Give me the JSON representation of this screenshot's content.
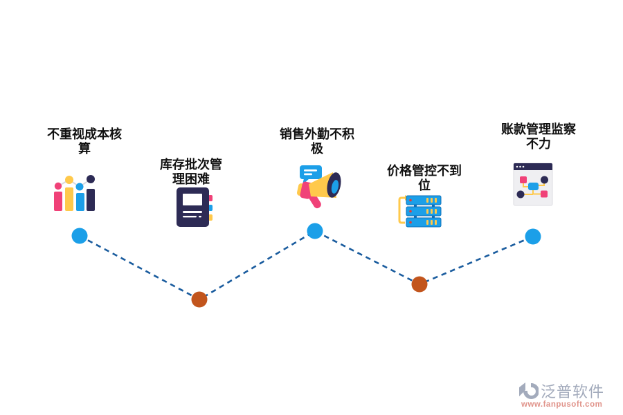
{
  "diagram_title": "",
  "items": [
    {
      "id": "cost-accounting",
      "label": "不重视成本核算",
      "icon": "bar-chart-icon",
      "marker": "blue"
    },
    {
      "id": "inventory-batch",
      "label": "库存批次管理困难",
      "icon": "notebook-icon",
      "marker": "orange"
    },
    {
      "id": "sales-field-work",
      "label": "销售外勤不积极",
      "icon": "megaphone-icon",
      "marker": "blue"
    },
    {
      "id": "price-control",
      "label": "价格管控不到位",
      "icon": "server-stack-icon",
      "marker": "orange"
    },
    {
      "id": "receivables",
      "label": "账款管理监察不力",
      "icon": "flowchart-window-icon",
      "marker": "blue"
    }
  ],
  "watermark": {
    "brand": "泛普软件",
    "url": "www.fanpusoft.com"
  },
  "colors": {
    "text": "#111111",
    "connector": "#1A5C9E",
    "node_blue": "#1B9FE8",
    "node_orange": "#C2551D",
    "pink": "#F04178",
    "yellow": "#FFC94B",
    "blue": "#1C9FE8",
    "navy": "#2D2B55",
    "watermark_gray": "#A3ABBC",
    "watermark_red": "#E0938A"
  }
}
